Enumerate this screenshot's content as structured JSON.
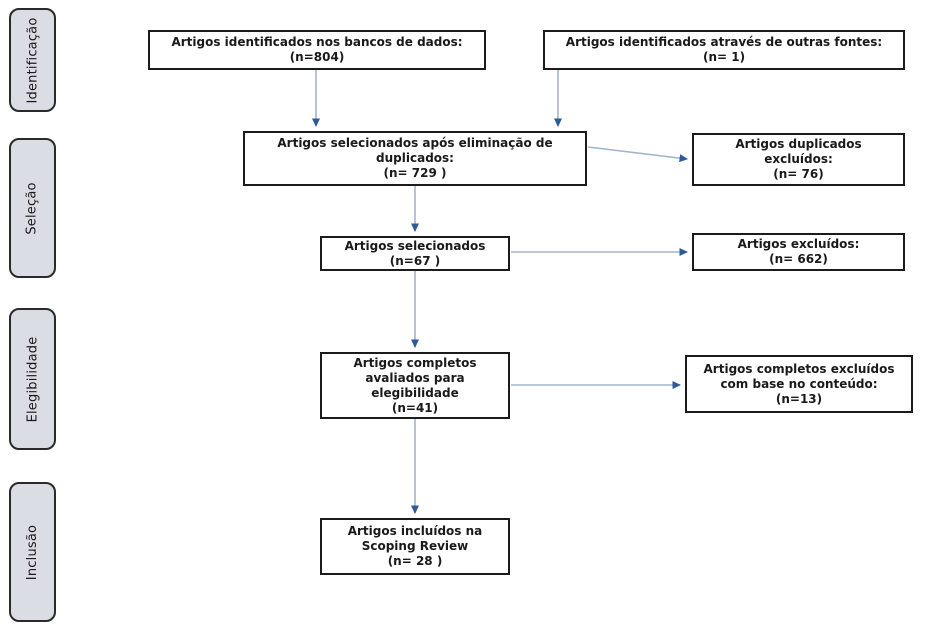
{
  "stages": [
    {
      "label": "Identificação"
    },
    {
      "label": "Seleção"
    },
    {
      "label": "Elegibilidade"
    },
    {
      "label": "Inclusão"
    }
  ],
  "boxes": {
    "databases": {
      "text": "Artigos identificados nos bancos de dados:",
      "count": "(n=804)"
    },
    "other_sources": {
      "text": "Artigos identificados através de outras fontes:",
      "count": "(n= 1)"
    },
    "after_duplicates": {
      "text": "Artigos selecionados após eliminação de duplicados:",
      "count": "(n= 729 )"
    },
    "duplicates_excluded": {
      "text": "Artigos duplicados excluídos:",
      "count": "(n= 76)"
    },
    "selected": {
      "text": "Artigos selecionados",
      "count": "(n=67 )"
    },
    "excluded": {
      "text": "Artigos excluídos:",
      "count": "(n= 662)"
    },
    "fulltext": {
      "text": "Artigos completos avaliados para elegibilidade",
      "count": "(n=41)"
    },
    "fulltext_excluded": {
      "text": "Artigos completos excluídos com base no conteúdo:",
      "count": "(n=13)"
    },
    "included": {
      "text": "Artigos incluídos na Scoping Review",
      "count": "(n= 28 )"
    }
  },
  "colors": {
    "arrow_line": "#a3b6cb",
    "arrow_head": "#2e5b97",
    "stage_fill": "#dadde4"
  }
}
